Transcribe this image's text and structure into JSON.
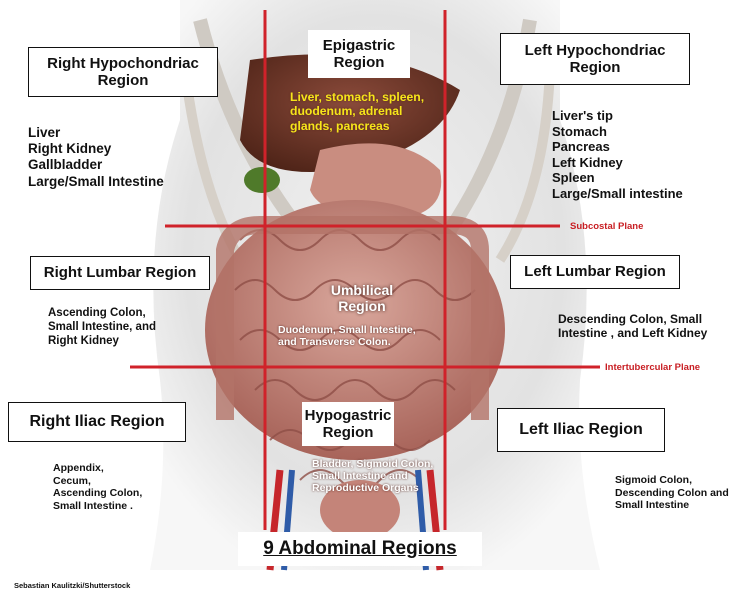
{
  "title": "9 Abdominal Regions",
  "credit": "Sebastian Kaulitzki/Shutterstock",
  "colors": {
    "grid_line": "#d0222a",
    "label_yellow": "#f6e51a",
    "plane_label": "#c81e23"
  },
  "planes": {
    "subcostal": "Subcostal Plane",
    "intertubercular": "Intertubercular Plane"
  },
  "regions": {
    "right_hypochondriac": {
      "name": "Right Hypochondriac Region",
      "organs": "Liver\nRight Kidney\nGallbladder\nLarge/Small Intestine"
    },
    "epigastric": {
      "name": "Epigastric Region",
      "organs": "Liver, stomach, spleen,\nduodenum, adrenal\nglands, pancreas"
    },
    "left_hypochondriac": {
      "name": "Left Hypochondriac Region",
      "organs": "Liver's tip\nStomach\nPancreas\nLeft Kidney\nSpleen\nLarge/Small intestine"
    },
    "right_lumbar": {
      "name": "Right Lumbar Region",
      "organs": "Ascending Colon,\nSmall Intestine, and\nRight Kidney"
    },
    "umbilical": {
      "name": "Umbilical Region",
      "organs": "Duodenum, Small Intestine,\nand Transverse Colon."
    },
    "left_lumbar": {
      "name": "Left Lumbar Region",
      "organs": "Descending Colon, Small\nIntestine , and Left Kidney"
    },
    "right_iliac": {
      "name": "Right Iliac Region",
      "organs": "Appendix,\nCecum,\nAscending Colon,\nSmall Intestine ."
    },
    "hypogastric": {
      "name": "Hypogastric Region",
      "organs": "Bladder, Sigmoid Colon,\nSmall Intestine   and\nReproductive Organs"
    },
    "left_iliac": {
      "name": "Left Iliac Region",
      "organs": "Sigmoid Colon,\nDescending Colon and\nSmall Intestine"
    }
  }
}
